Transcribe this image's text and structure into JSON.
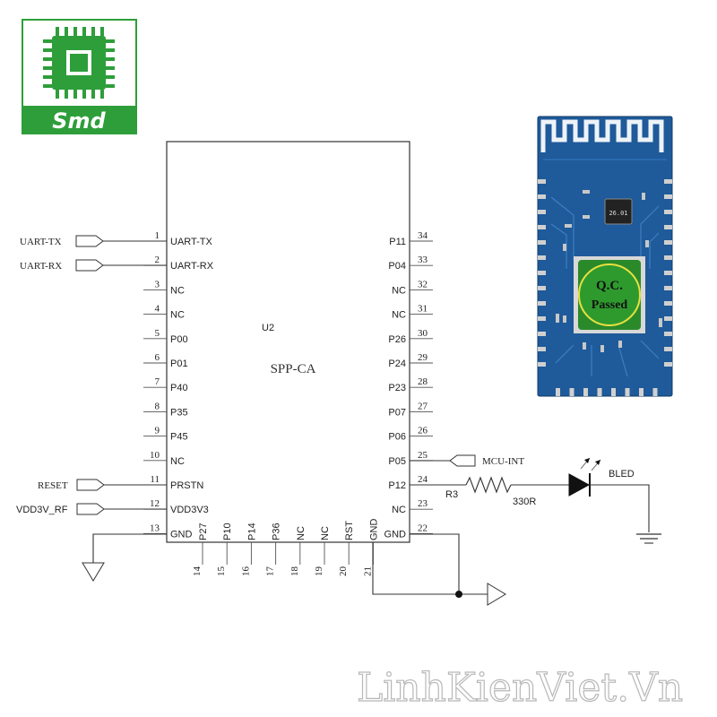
{
  "logo": {
    "text": "Smd",
    "bg_color": "#2e9e3a"
  },
  "watermark": "LinhKienViet.Vn",
  "ic": {
    "designator": "U2",
    "part": "SPP-CA",
    "left_pins": [
      {
        "num": "1",
        "name": "UART-TX"
      },
      {
        "num": "2",
        "name": "UART-RX"
      },
      {
        "num": "3",
        "name": "NC"
      },
      {
        "num": "4",
        "name": "NC"
      },
      {
        "num": "5",
        "name": "P00"
      },
      {
        "num": "6",
        "name": "P01"
      },
      {
        "num": "7",
        "name": "P40"
      },
      {
        "num": "8",
        "name": "P35"
      },
      {
        "num": "9",
        "name": "P45"
      },
      {
        "num": "10",
        "name": "NC"
      },
      {
        "num": "11",
        "name": "PRSTN"
      },
      {
        "num": "12",
        "name": "VDD3V3"
      },
      {
        "num": "13",
        "name": "GND"
      }
    ],
    "right_pins": [
      {
        "num": "34",
        "name": "P11"
      },
      {
        "num": "33",
        "name": "P04"
      },
      {
        "num": "32",
        "name": "NC"
      },
      {
        "num": "31",
        "name": "NC"
      },
      {
        "num": "30",
        "name": "P26"
      },
      {
        "num": "29",
        "name": "P24"
      },
      {
        "num": "28",
        "name": "P23"
      },
      {
        "num": "27",
        "name": "P07"
      },
      {
        "num": "26",
        "name": "P06"
      },
      {
        "num": "25",
        "name": "P05"
      },
      {
        "num": "24",
        "name": "P12"
      },
      {
        "num": "23",
        "name": "NC"
      },
      {
        "num": "22",
        "name": "GND"
      }
    ],
    "bottom_pins": [
      {
        "num": "14",
        "name": "P27"
      },
      {
        "num": "15",
        "name": "P10"
      },
      {
        "num": "16",
        "name": "P14"
      },
      {
        "num": "17",
        "name": "P36"
      },
      {
        "num": "18",
        "name": "NC"
      },
      {
        "num": "19",
        "name": "NC"
      },
      {
        "num": "20",
        "name": "RST"
      },
      {
        "num": "21",
        "name": "GND"
      }
    ]
  },
  "ports": {
    "uart_tx": "UART-TX",
    "uart_rx": "UART-RX",
    "reset": "RESET",
    "vdd": "VDD3V_RF",
    "mcu_int": "MCU-INT"
  },
  "resistor": {
    "designator": "R3",
    "value": "330R"
  },
  "led": {
    "label": "BLED"
  },
  "module_photo": {
    "chip_text_1": "Q.C.",
    "chip_text_2": "Passed",
    "crystal_text": "26.01",
    "pcb_color": "#1f5a9a",
    "chip_color": "#2a8a2a"
  }
}
